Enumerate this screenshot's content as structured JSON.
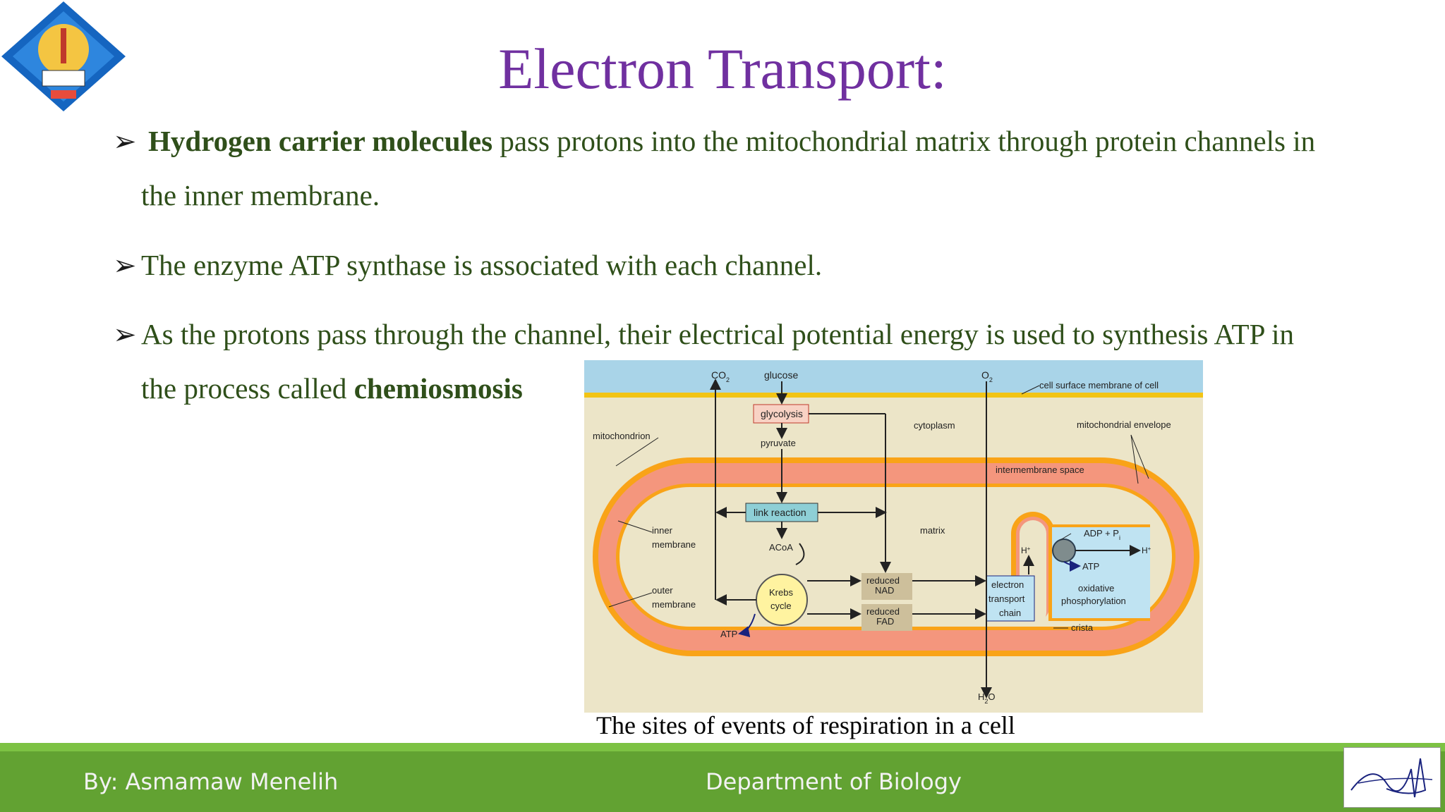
{
  "title": "Electron Transport:",
  "bullets": [
    {
      "bold": "Hydrogen carrier molecules",
      "line1": " pass protons into the mitochondrial matrix through protein channels in",
      "line2": "the inner membrane."
    },
    {
      "text": "The enzyme ATP synthase is associated with each channel."
    },
    {
      "line1": "As the protons pass through the channel, their electrical potential energy is used to synthesis ATP in",
      "line2_prefix": "the process called ",
      "line2_bold": "chemiosmosis"
    }
  ],
  "diagram": {
    "co2": "CO",
    "co2_sub": "2",
    "glucose": "glucose",
    "o2": "O",
    "o2_sub": "2",
    "cell_surface": "cell surface membrane of cell",
    "glycolysis": "glycolysis",
    "cytoplasm": "cytoplasm",
    "mito_envelope": "mitochondrial envelope",
    "mitochondrion": "mitochondrion",
    "pyruvate": "pyruvate",
    "intermembrane": "intermembrane space",
    "link_reaction": "link reaction",
    "inner": "inner",
    "membrane": "membrane",
    "matrix": "matrix",
    "acoa": "ACoA",
    "adp": "ADP + P",
    "adp_sub": "i",
    "h_plus": "H",
    "h_sup": "+",
    "atp": "ATP",
    "reduced_nad_1": "reduced",
    "reduced_nad_2": "NAD",
    "outer": "outer",
    "krebs_1": "Krebs",
    "krebs_2": "cycle",
    "reduced_fad_1": "reduced",
    "reduced_fad_2": "FAD",
    "etc_1": "electron",
    "etc_2": "transport",
    "etc_3": "chain",
    "oxphos_1": "oxidative",
    "oxphos_2": "phosphorylation",
    "crista": "crista",
    "h2o": "H",
    "h2o_sub": "2",
    "h2o_end": "O"
  },
  "caption": "The sites of  events of respiration in a cell",
  "footer": {
    "author": "By: Asmamaw Menelih",
    "department": "Department of Biology"
  },
  "colors": {
    "title": "#7030a0",
    "body": "#2f4f1a",
    "footer": "#62a232"
  }
}
